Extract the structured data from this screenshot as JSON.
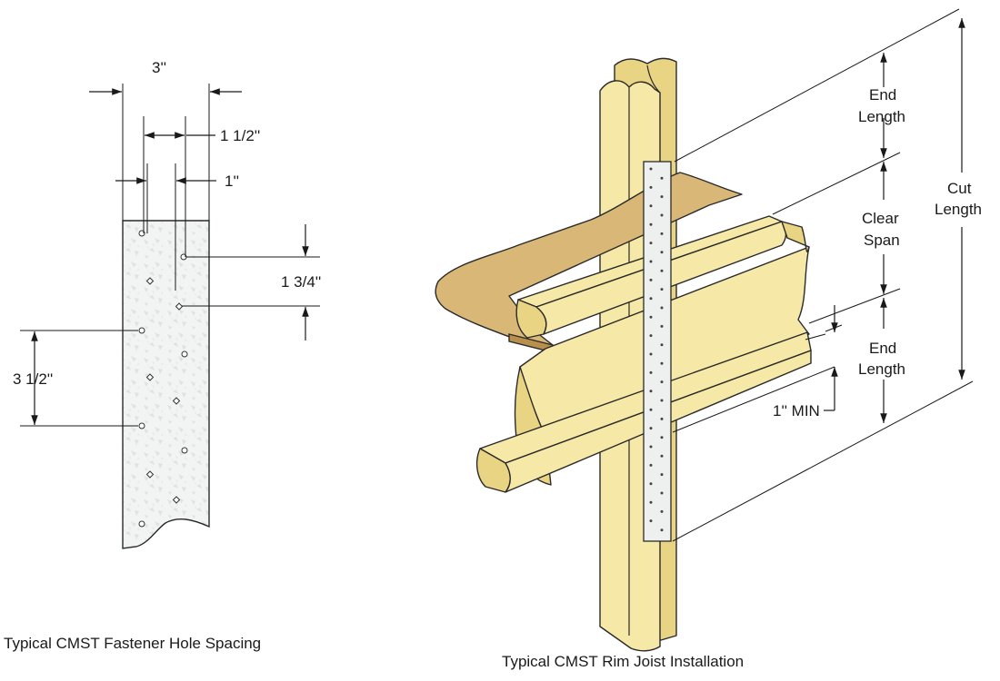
{
  "left_diagram": {
    "caption": "Typical CMST Fastener Hole Spacing",
    "dims": {
      "width": "3''",
      "row_offset": "1 1/2''",
      "edge": "1''",
      "vert_pitch": "1 3/4''",
      "row_pitch": "3 1/2''"
    }
  },
  "right_diagram": {
    "caption": "Typical CMST Rim Joist Installation",
    "labels": {
      "end_length_top_1": "End",
      "end_length_top_2": "Length",
      "clear_span_1": "Clear",
      "clear_span_2": "Span",
      "end_length_bot_1": "End",
      "end_length_bot_2": "Length",
      "cut_length_1": "Cut",
      "cut_length_2": "Length",
      "min": "1'' MIN"
    }
  },
  "colors": {
    "wood": "#f6e8a6",
    "osb": "#d9b777",
    "strap": "#eef0f0",
    "ink": "#1a1a1a"
  }
}
